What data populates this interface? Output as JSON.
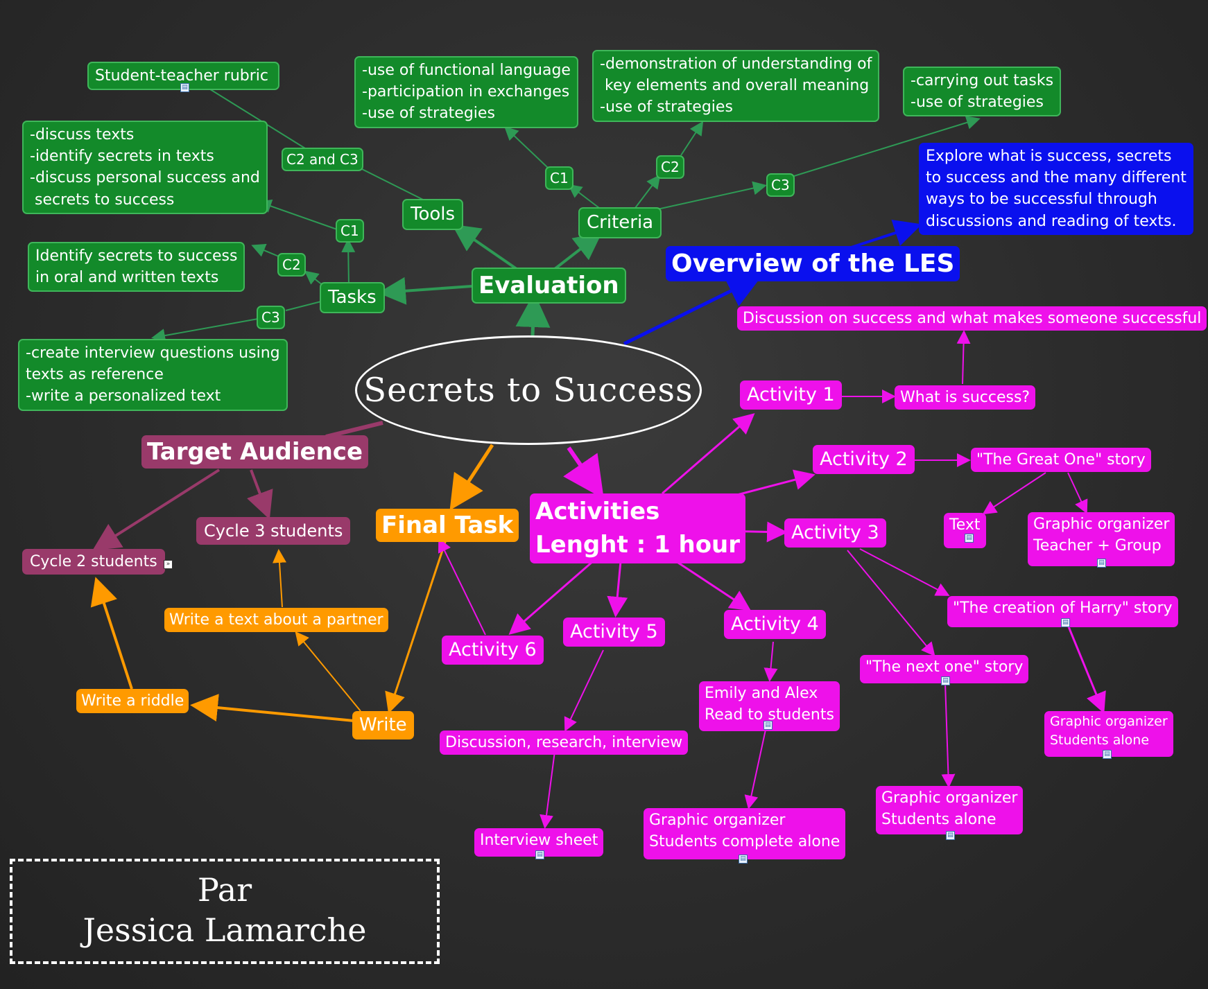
{
  "colors": {
    "green": "#138a2a",
    "green_border": "#3fb65a",
    "magenta": "#ee11ea",
    "orange": "#ff9a00",
    "plum": "#993a6a",
    "blue": "#0a10ee",
    "background": "#2c2c2c"
  },
  "central": "Secrets to Success",
  "author": {
    "line1": "Par",
    "line2": "Jessica Lamarche"
  },
  "overview": {
    "title": "Overview of the LES",
    "text": "Explore what is success, secrets\nto success and the many different\nways to be successful through\ndiscussions and reading of texts."
  },
  "evaluation": {
    "title": "Evaluation",
    "tools": {
      "label": "Tools",
      "c2c3": "C2 and C3",
      "rubric": "Student-teacher rubric"
    },
    "criteria": {
      "label": "Criteria",
      "c1": "C1",
      "c2": "C2",
      "c3": "C3",
      "c1_text": "-use of functional language\n-participation in exchanges\n-use of strategies",
      "c2_text": "-demonstration of understanding of\n key elements and overall meaning\n-use of strategies",
      "c3_text": "-carrying out tasks\n-use of strategies"
    },
    "tasks": {
      "label": "Tasks",
      "c1": "C1",
      "c2": "C2",
      "c3": "C3",
      "c1_text": "-discuss texts\n-identify secrets in texts\n-discuss personal success and\n secrets to success",
      "c2_text": "Identify secrets to success\nin oral and written texts",
      "c3_text": "-create interview questions using\ntexts as reference\n-write a personalized text"
    }
  },
  "target": {
    "title": "Target Audience",
    "cycle3": "Cycle 3 students",
    "cycle2": "Cycle 2 students"
  },
  "final_task": {
    "title": "Final Task",
    "write": "Write",
    "riddle": "Write a riddle",
    "partner": "Write a text about a partner"
  },
  "activities": {
    "title": "Activities\nLenght : 1 hour",
    "a1": {
      "label": "Activity 1",
      "what": "What is success?",
      "discussion": "Discussion on success and what makes someone successful"
    },
    "a2": {
      "label": "Activity 2",
      "story": "\"The Great One\" story",
      "text": "Text",
      "organizer": "Graphic organizer\nTeacher + Group"
    },
    "a3": {
      "label": "Activity 3",
      "harry": "\"The creation of Harry\" story",
      "harry_org": "Graphic organizer\nStudents alone",
      "next": "\"The next one\" story",
      "next_org": "Graphic organizer\nStudents alone"
    },
    "a4": {
      "label": "Activity 4",
      "emily": "Emily and Alex\nRead to students",
      "organizer": "Graphic organizer\nStudents complete alone"
    },
    "a5": {
      "label": "Activity 5",
      "discussion": "Discussion, research, interview",
      "sheet": "Interview sheet"
    },
    "a6": {
      "label": "Activity 6"
    }
  }
}
